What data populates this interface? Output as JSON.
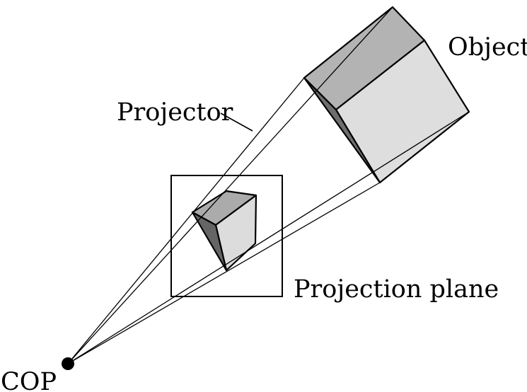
{
  "labels": {
    "object": "Object",
    "projector": "Projector",
    "projection_plane": "Projection plane",
    "cop": "COP"
  },
  "colors": {
    "top_face": "#b3b3b3",
    "right_face": "#dedede",
    "left_face": "#6e6e6e",
    "small_top_face": "#ababab",
    "small_right_face": "#dcdcdc",
    "small_left_face": "#656565",
    "ink": "#000000"
  }
}
